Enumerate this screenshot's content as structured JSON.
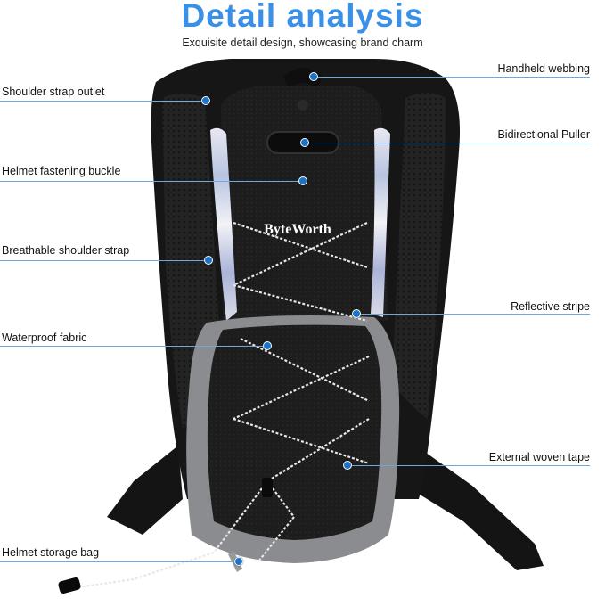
{
  "header": {
    "title": "Detail analysis",
    "subtitle": "Exquisite detail design, showcasing brand charm"
  },
  "product": {
    "brand": "ByteWorth"
  },
  "callouts": [
    {
      "id": "handheld-webbing",
      "text": "Handheld webbing",
      "side": "right"
    },
    {
      "id": "shoulder-strap-outlet",
      "text": "Shoulder strap outlet",
      "side": "left"
    },
    {
      "id": "bidirectional-puller",
      "text": "Bidirectional Puller",
      "side": "right"
    },
    {
      "id": "helmet-fastening-buckle",
      "text": "Helmet fastening buckle",
      "side": "left"
    },
    {
      "id": "breathable-shoulder-strap",
      "text": "Breathable shoulder strap",
      "side": "left"
    },
    {
      "id": "reflective-stripe",
      "text": "Reflective stripe",
      "side": "right"
    },
    {
      "id": "waterproof-fabric",
      "text": "Waterproof fabric",
      "side": "left"
    },
    {
      "id": "external-woven-tape",
      "text": "External woven tape",
      "side": "right"
    },
    {
      "id": "helmet-storage-bag",
      "text": "Helmet storage bag",
      "side": "left"
    }
  ],
  "colors": {
    "title": "#3a8fe6",
    "callout_line": "#6ea8dc",
    "callout_dot": "#1c74c8",
    "bag_body": "#1b1b1b",
    "bag_trim": "#8a8c90"
  }
}
